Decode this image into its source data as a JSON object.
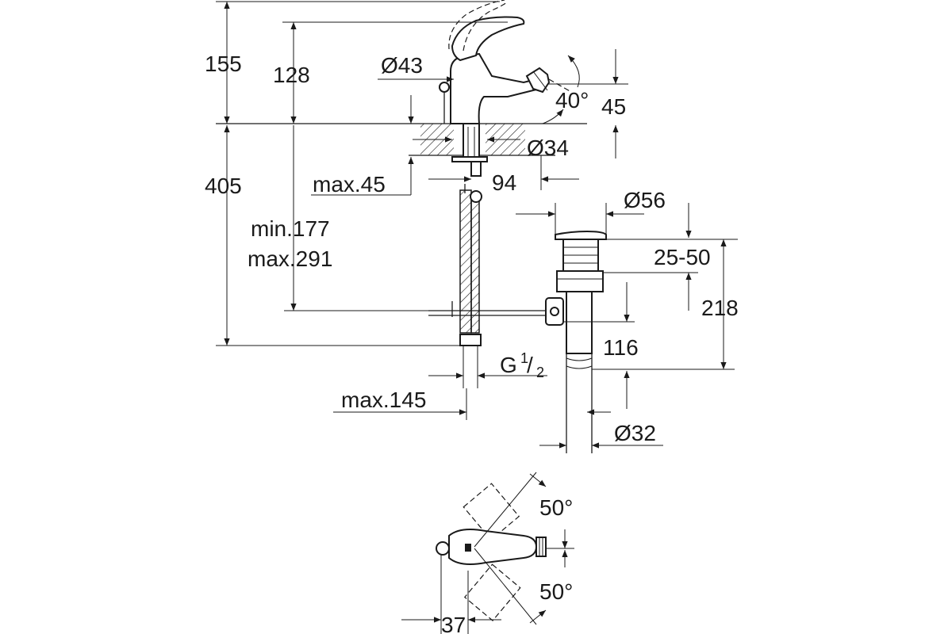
{
  "dimensions": {
    "total_height_above_deck": "155",
    "spout_height": "128",
    "body_diameter": "Ø43",
    "nozzle_tilt": "40°",
    "nozzle_height": "45",
    "mounting_hole": "Ø34",
    "spout_reach": "94",
    "max_deck_thickness": "max.45",
    "total_height_below_deck": "405",
    "rod_length_min": "min.177",
    "rod_length_max": "max.291",
    "waste_head_diameter": "Ø56",
    "waste_deck_range": "25-50",
    "waste_total_height": "218",
    "waste_branch_height": "116",
    "connection_thread_prefix": "G",
    "connection_thread_num": "1",
    "connection_thread_den": "2",
    "max_rod_offset": "max.145",
    "tailpiece_diameter": "Ø32",
    "handle_swing_back": "50°",
    "handle_swing_front": "50°",
    "handle_offset": "37"
  }
}
